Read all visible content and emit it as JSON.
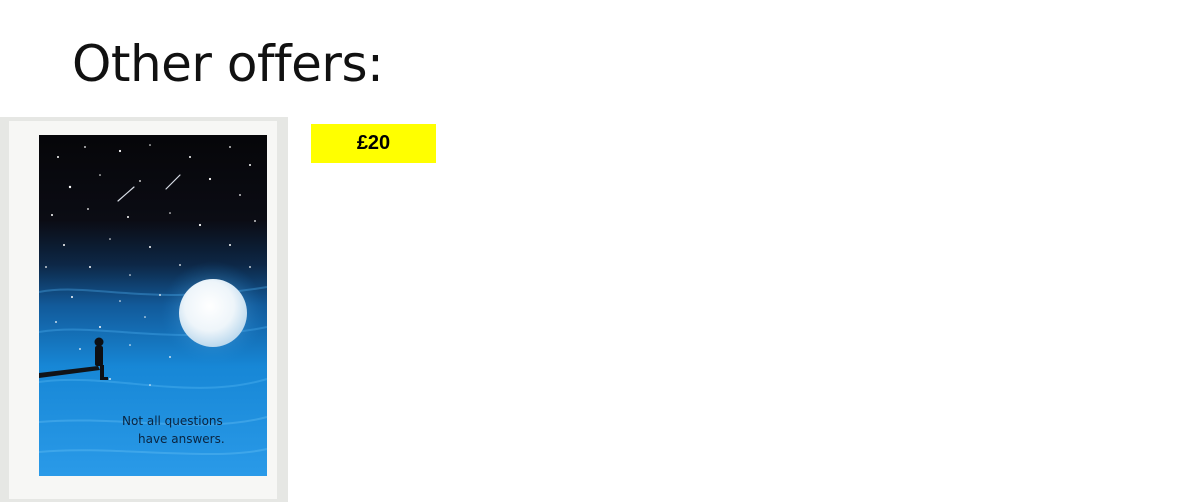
{
  "slide": {
    "title": "Other offers:"
  },
  "offer": {
    "price": "£20",
    "artwork_caption_line1": "Not all questions",
    "artwork_caption_line2": "have answers."
  },
  "colors": {
    "price_badge": "#ffff00",
    "night_sky": "#0a0a12",
    "sea_blue": "#1a8fe0",
    "moon": "#f4f8fb"
  }
}
